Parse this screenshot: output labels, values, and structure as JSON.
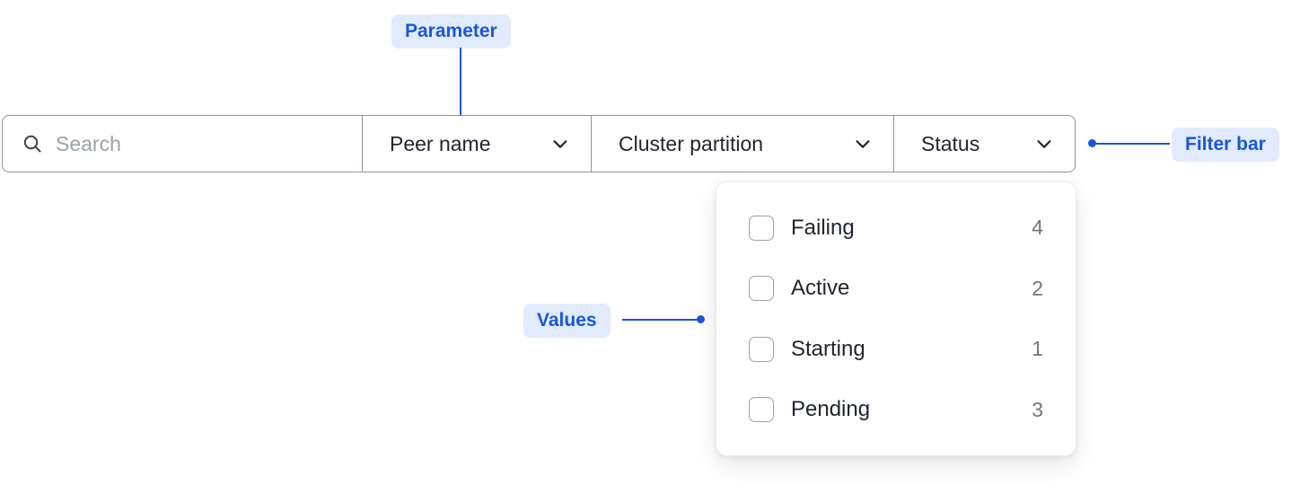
{
  "annotations": {
    "parameter_label": "Parameter",
    "filter_bar_label": "Filter bar",
    "values_label": "Values"
  },
  "filter_bar": {
    "search": {
      "placeholder": "Search"
    },
    "dropdowns": [
      {
        "label": "Peer name"
      },
      {
        "label": "Cluster partition"
      },
      {
        "label": "Status"
      }
    ]
  },
  "status_panel": {
    "items": [
      {
        "label": "Failing",
        "count": "4",
        "checked": false
      },
      {
        "label": "Active",
        "count": "2",
        "checked": false
      },
      {
        "label": "Starting",
        "count": "1",
        "checked": false
      },
      {
        "label": "Pending",
        "count": "3",
        "checked": false
      }
    ]
  },
  "colors": {
    "annotation_text": "#1a56db",
    "annotation_bg": "#e1ebfd",
    "connector": "#1a56db",
    "bar_border": "#8d939e",
    "text": "#1f2430",
    "count_text": "#6f7680"
  }
}
